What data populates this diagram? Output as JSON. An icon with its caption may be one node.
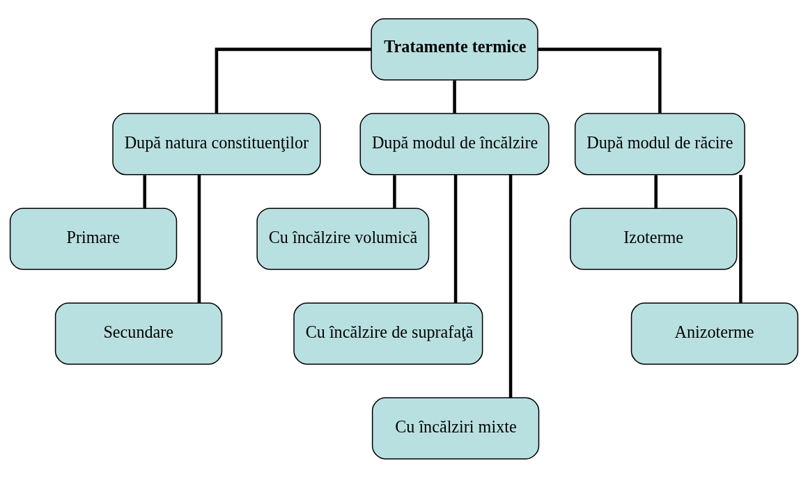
{
  "diagram": {
    "nodes": [
      {
        "text": [
          "Tratamente termice"
        ]
      },
      {
        "text": [
          "După natura constituenţilor"
        ]
      },
      {
        "text": [
          "După modul de încălzire"
        ]
      },
      {
        "text": [
          "După modul de răcire"
        ]
      },
      {
        "text": [
          "Primare"
        ]
      },
      {
        "text": [
          "Secundare"
        ]
      },
      {
        "text": [
          "Cu încălzire volumică"
        ]
      },
      {
        "text": [
          "Cu încălzire de suprafaţă"
        ]
      },
      {
        "text": [
          "Cu încălziri mixte"
        ]
      },
      {
        "text": [
          "Izoterme"
        ]
      },
      {
        "text": [
          "Anizoterme"
        ]
      }
    ],
    "edges": [
      {
        "from": 0,
        "to": 1,
        "arrow": "none"
      },
      {
        "from": 0,
        "to": 2,
        "arrow": "none"
      },
      {
        "from": 0,
        "to": 3,
        "arrow": "none"
      },
      {
        "from": 1,
        "to": 4,
        "arrow": "none"
      },
      {
        "from": 1,
        "to": 5,
        "arrow": "none"
      },
      {
        "from": 2,
        "to": 6,
        "arrow": "none"
      },
      {
        "from": 2,
        "to": 7,
        "arrow": "none"
      },
      {
        "from": 2,
        "to": 8,
        "arrow": "none"
      },
      {
        "from": 3,
        "to": 9,
        "arrow": "none"
      },
      {
        "from": 3,
        "to": 10,
        "arrow": "none"
      }
    ]
  }
}
